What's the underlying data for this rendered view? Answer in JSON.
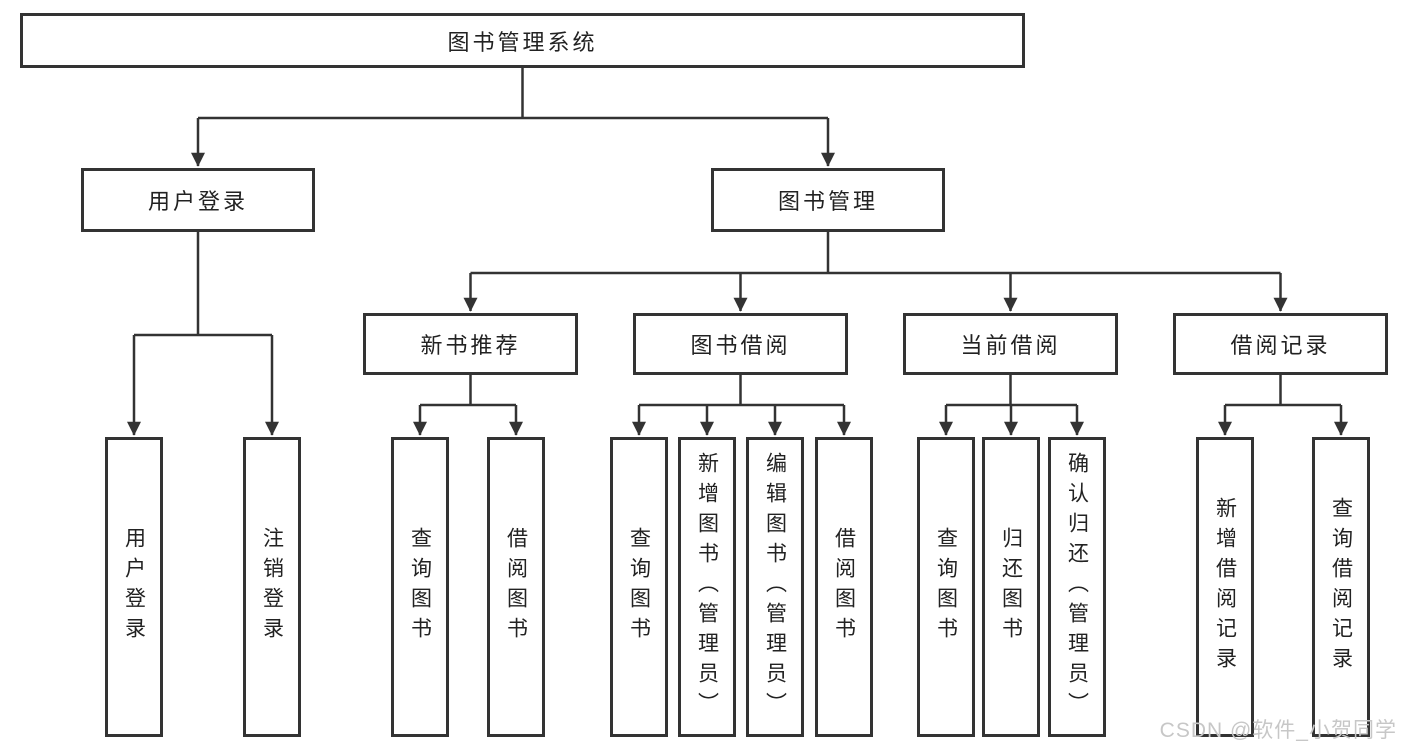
{
  "diagram": {
    "title": "图书管理系统",
    "watermark": "CSDN @软件_小贺同学",
    "colors": {
      "line": "#333333",
      "box_border": "#333333",
      "text": "#222222",
      "watermark": "#c7c7c7",
      "background": "#ffffff"
    },
    "nodes": {
      "root": {
        "label": "图书管理系统"
      },
      "user_login": {
        "label": "用户登录"
      },
      "book_mgmt": {
        "label": "图书管理"
      },
      "new_book_rec": {
        "label": "新书推荐"
      },
      "book_borrow": {
        "label": "图书借阅"
      },
      "current_borrow": {
        "label": "当前借阅"
      },
      "borrow_record": {
        "label": "借阅记录"
      },
      "leaf_user_login": {
        "label": "用户登录"
      },
      "leaf_logout": {
        "label": "注销登录"
      },
      "leaf_rec_query_book": {
        "label": "查询图书"
      },
      "leaf_rec_borrow_book": {
        "label": "借阅图书"
      },
      "leaf_bb_query_book": {
        "label": "查询图书"
      },
      "leaf_bb_add_book": {
        "label": "新增图书（管理员）"
      },
      "leaf_bb_edit_book": {
        "label": "编辑图书（管理员）"
      },
      "leaf_bb_borrow_book": {
        "label": "借阅图书"
      },
      "leaf_cb_query_book": {
        "label": "查询图书"
      },
      "leaf_cb_return_book": {
        "label": "归还图书"
      },
      "leaf_cb_confirm_return": {
        "label": "确认归还（管理员）"
      },
      "leaf_br_add_record": {
        "label": "新增借阅记录"
      },
      "leaf_br_query_record": {
        "label": "查询借阅记录"
      }
    }
  }
}
